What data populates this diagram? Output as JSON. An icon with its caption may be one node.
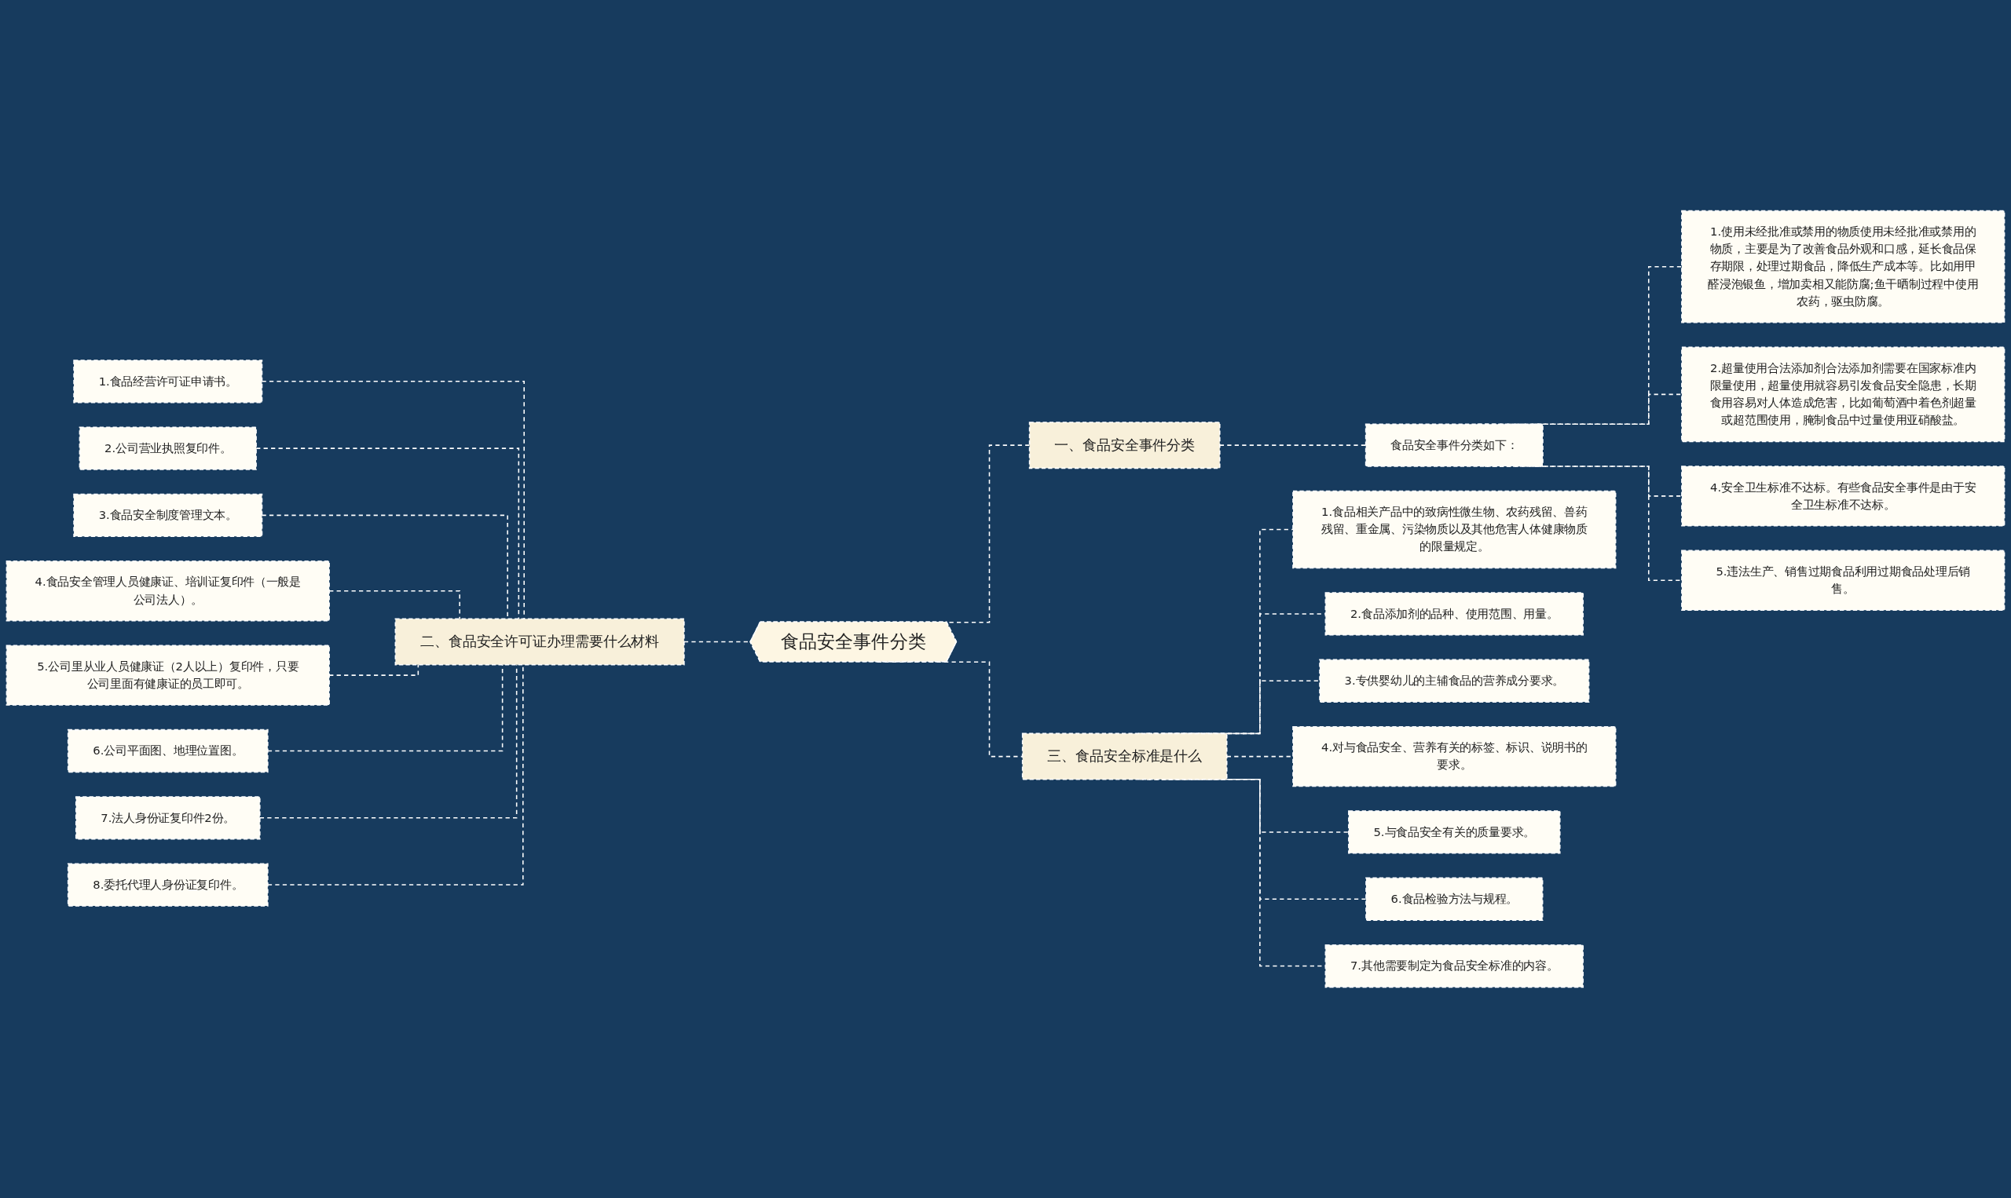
{
  "diagram": {
    "nodes": [
      {
        "text": [
          "食品安全事件分类"
        ]
      },
      {
        "text": [
          "一、食品安全事件分类"
        ]
      },
      {
        "text": [
          "食品安全事件分类如下："
        ]
      },
      {
        "text": [
          "1.使用未经批准或禁用的物质使用未经批准或禁用的物质，主要是为了改善食品外观和口感，延长食品保存期限，处理过期食品，降低生产成本等。比如用甲醛浸泡银鱼，增加卖相又能防腐;鱼干晒制过程中使用农药，驱虫防腐。"
        ]
      },
      {
        "text": [
          "2.超量使用合法添加剂合法添加剂需要在国家标准内限量使用，超量使用就容易引发食品安全隐患，长期食用容易对人体造成危害，比如葡萄酒中着色剂超量或超范围使用，腌制食品中过量使用亚硝酸盐。"
        ]
      },
      {
        "text": [
          "4.安全卫生标准不达标。有些食品安全事件是由于安全卫生标准不达标。"
        ]
      },
      {
        "text": [
          "5.违法生产、销售过期食品利用过期食品处理后销售。"
        ]
      },
      {
        "text": [
          "二、食品安全许可证办理需要什么材料"
        ]
      },
      {
        "text": [
          "1.食品经营许可证申请书。"
        ]
      },
      {
        "text": [
          "2.公司营业执照复印件。"
        ]
      },
      {
        "text": [
          "3.食品安全制度管理文本。"
        ]
      },
      {
        "text": [
          "4.食品安全管理人员健康证、培训证复印件（一般是公司法人）。"
        ]
      },
      {
        "text": [
          "5.公司里从业人员健康证（2人以上）复印件，只要公司里面有健康证的员工即可。"
        ]
      },
      {
        "text": [
          "6.公司平面图、地理位置图。"
        ]
      },
      {
        "text": [
          "7.法人身份证复印件2份。"
        ]
      },
      {
        "text": [
          "8.委托代理人身份证复印件。"
        ]
      },
      {
        "text": [
          "三、食品安全标准是什么"
        ]
      },
      {
        "text": [
          "1.食品相关产品中的致病性微生物、农药残留、兽药残留、重金属、污染物质以及其他危害人体健康物质的限量规定。"
        ]
      },
      {
        "text": [
          "2.食品添加剂的品种、使用范围、用量。"
        ]
      },
      {
        "text": [
          "3.专供婴幼儿的主辅食品的营养成分要求。"
        ]
      },
      {
        "text": [
          "4.对与食品安全、营养有关的标签、标识、说明书的要求。"
        ]
      },
      {
        "text": [
          "5.与食品安全有关的质量要求。"
        ]
      },
      {
        "text": [
          "6.食品检验方法与规程。"
        ]
      },
      {
        "text": [
          "7.其他需要制定为食品安全标准的内容。"
        ]
      }
    ],
    "edges": [
      {
        "from": 0,
        "to": 1,
        "arrow": "none",
        "style": "dashed"
      },
      {
        "from": 1,
        "to": 2,
        "arrow": "none",
        "style": "dashed"
      },
      {
        "from": 2,
        "to": 3,
        "arrow": "none",
        "style": "dashed"
      },
      {
        "from": 2,
        "to": 4,
        "arrow": "none",
        "style": "dashed"
      },
      {
        "from": 2,
        "to": 5,
        "arrow": "none",
        "style": "dashed"
      },
      {
        "from": 2,
        "to": 6,
        "arrow": "none",
        "style": "dashed"
      },
      {
        "from": 0,
        "to": 7,
        "arrow": "none",
        "style": "dashed"
      },
      {
        "from": 7,
        "to": 8,
        "arrow": "none",
        "style": "dashed"
      },
      {
        "from": 7,
        "to": 9,
        "arrow": "none",
        "style": "dashed"
      },
      {
        "from": 7,
        "to": 10,
        "arrow": "none",
        "style": "dashed"
      },
      {
        "from": 7,
        "to": 11,
        "arrow": "none",
        "style": "dashed"
      },
      {
        "from": 7,
        "to": 12,
        "arrow": "none",
        "style": "dashed"
      },
      {
        "from": 7,
        "to": 13,
        "arrow": "none",
        "style": "dashed"
      },
      {
        "from": 7,
        "to": 14,
        "arrow": "none",
        "style": "dashed"
      },
      {
        "from": 7,
        "to": 15,
        "arrow": "none",
        "style": "dashed"
      },
      {
        "from": 0,
        "to": 16,
        "arrow": "none",
        "style": "dashed"
      },
      {
        "from": 16,
        "to": 17,
        "arrow": "none",
        "style": "dashed"
      },
      {
        "from": 16,
        "to": 18,
        "arrow": "none",
        "style": "dashed"
      },
      {
        "from": 16,
        "to": 19,
        "arrow": "none",
        "style": "dashed"
      },
      {
        "from": 16,
        "to": 20,
        "arrow": "none",
        "style": "dashed"
      },
      {
        "from": 16,
        "to": 21,
        "arrow": "none",
        "style": "dashed"
      },
      {
        "from": 16,
        "to": 22,
        "arrow": "none",
        "style": "dashed"
      },
      {
        "from": 16,
        "to": 23,
        "arrow": "none",
        "style": "dashed"
      }
    ]
  }
}
